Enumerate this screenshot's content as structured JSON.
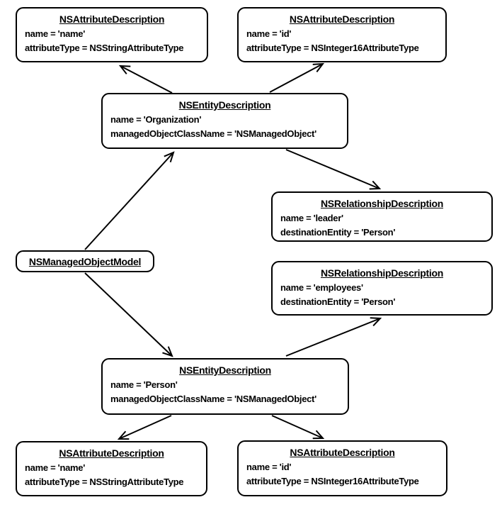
{
  "diagram": {
    "nodes": {
      "attr_org_name": {
        "title": "NSAttributeDescription",
        "lines": [
          "name = 'name'",
          "attributeType = NSStringAttributeType"
        ]
      },
      "attr_org_id": {
        "title": "NSAttributeDescription",
        "lines": [
          "name = 'id'",
          "attributeType = NSInteger16AttributeType"
        ]
      },
      "entity_organization": {
        "title": "NSEntityDescription",
        "lines": [
          "name = 'Organization'",
          "managedObjectClassName = 'NSManagedObject'"
        ]
      },
      "rel_leader": {
        "title": "NSRelationshipDescription",
        "lines": [
          "name = 'leader'",
          "destinationEntity = 'Person'"
        ]
      },
      "rel_employees": {
        "title": "NSRelationshipDescription",
        "lines": [
          "name = 'employees'",
          "destinationEntity = 'Person'"
        ]
      },
      "model": {
        "title": "NSManagedObjectModel",
        "lines": []
      },
      "entity_person": {
        "title": "NSEntityDescription",
        "lines": [
          "name = 'Person'",
          "managedObjectClassName = 'NSManagedObject'"
        ]
      },
      "attr_person_name": {
        "title": "NSAttributeDescription",
        "lines": [
          "name = 'name'",
          "attributeType = NSStringAttributeType"
        ]
      },
      "attr_person_id": {
        "title": "NSAttributeDescription",
        "lines": [
          "name = 'id'",
          "attributeType = NSInteger16AttributeType"
        ]
      }
    },
    "edges": [
      {
        "from": "entity_organization",
        "to": "attr_org_name"
      },
      {
        "from": "entity_organization",
        "to": "attr_org_id"
      },
      {
        "from": "model",
        "to": "entity_organization"
      },
      {
        "from": "entity_organization",
        "to": "rel_leader"
      },
      {
        "from": "model",
        "to": "entity_person"
      },
      {
        "from": "entity_person",
        "to": "rel_employees"
      },
      {
        "from": "entity_person",
        "to": "attr_person_name"
      },
      {
        "from": "entity_person",
        "to": "attr_person_id"
      }
    ],
    "colors": {
      "stroke": "#000000",
      "background": "#ffffff",
      "text": "#000000"
    }
  }
}
